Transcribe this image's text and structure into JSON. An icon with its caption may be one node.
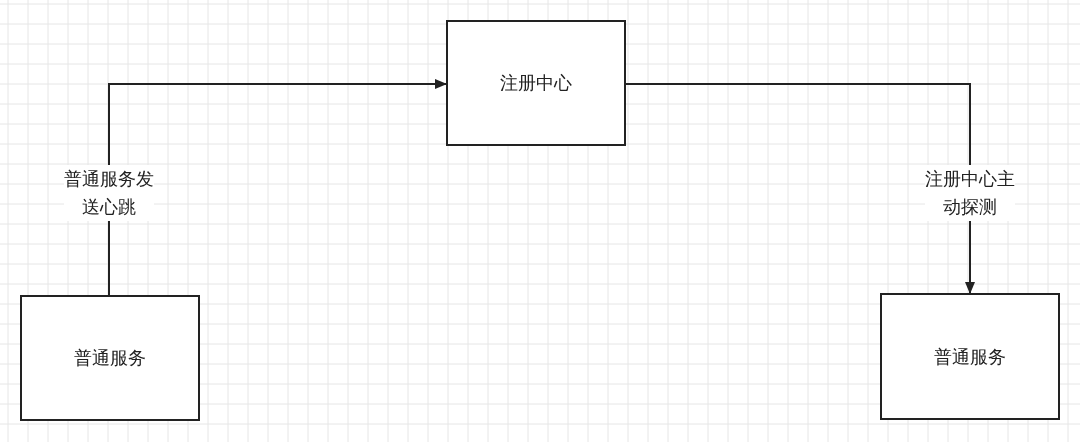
{
  "diagram": {
    "nodes": [
      {
        "text": [
          "普通服务"
        ]
      },
      {
        "text": [
          "注册中心"
        ]
      },
      {
        "text": [
          "普通服务"
        ]
      }
    ],
    "edges": [
      {
        "from": 0,
        "to": 1,
        "arrow": "to",
        "label": "普通服务发送心跳"
      },
      {
        "from": 1,
        "to": 2,
        "arrow": "to",
        "label": "注册中心主动探测"
      }
    ]
  }
}
